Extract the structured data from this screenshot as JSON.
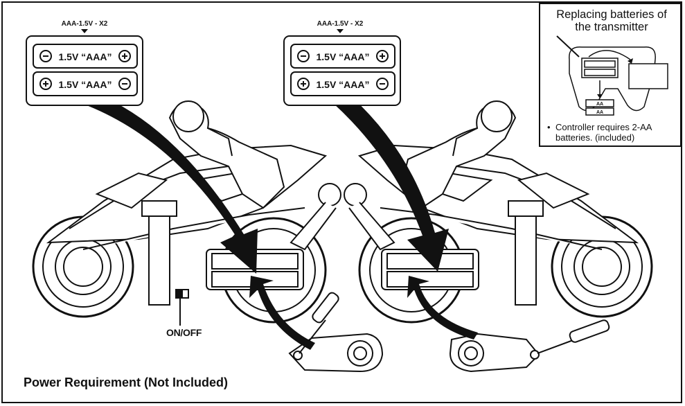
{
  "left_unit": {
    "battery_spec": "AAA-1.5V - X2",
    "battery_top": "1.5V “AAA”",
    "battery_bottom": "1.5V “AAA”",
    "switch_label": "ON/OFF"
  },
  "right_unit": {
    "battery_spec": "AAA-1.5V - X2",
    "battery_top": "1.5V “AAA”",
    "battery_bottom": "1.5V “AAA”"
  },
  "inset": {
    "title": "Replacing batteries of\nthe transmitter",
    "battery_label_1": "AA",
    "battery_label_2": "AA",
    "note": "Controller requires 2-AA batteries. (included)"
  },
  "footer": {
    "title": "Power Requirement (Not Included)"
  },
  "icons": [
    "minus-icon",
    "plus-icon",
    "screwdriver-icon",
    "battery-icon",
    "motorcycle-illustration",
    "arrow-icon"
  ]
}
